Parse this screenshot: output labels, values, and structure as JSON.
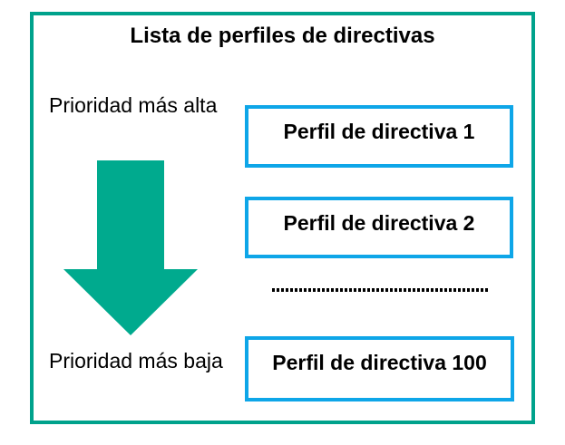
{
  "diagram": {
    "title": "Lista de perfiles de directivas",
    "priority_high_label": "Prioridad más alta",
    "priority_low_label": "Prioridad más baja",
    "profiles": [
      {
        "label": "Perfil de directiva 1"
      },
      {
        "label": "Perfil de directiva 2"
      },
      {
        "label": "Perfil de directiva 100"
      }
    ],
    "colors": {
      "frame_border": "#00a28c",
      "arrow": "#00aa8e",
      "profile_border": "#0ea6e8",
      "text": "#000000"
    }
  }
}
